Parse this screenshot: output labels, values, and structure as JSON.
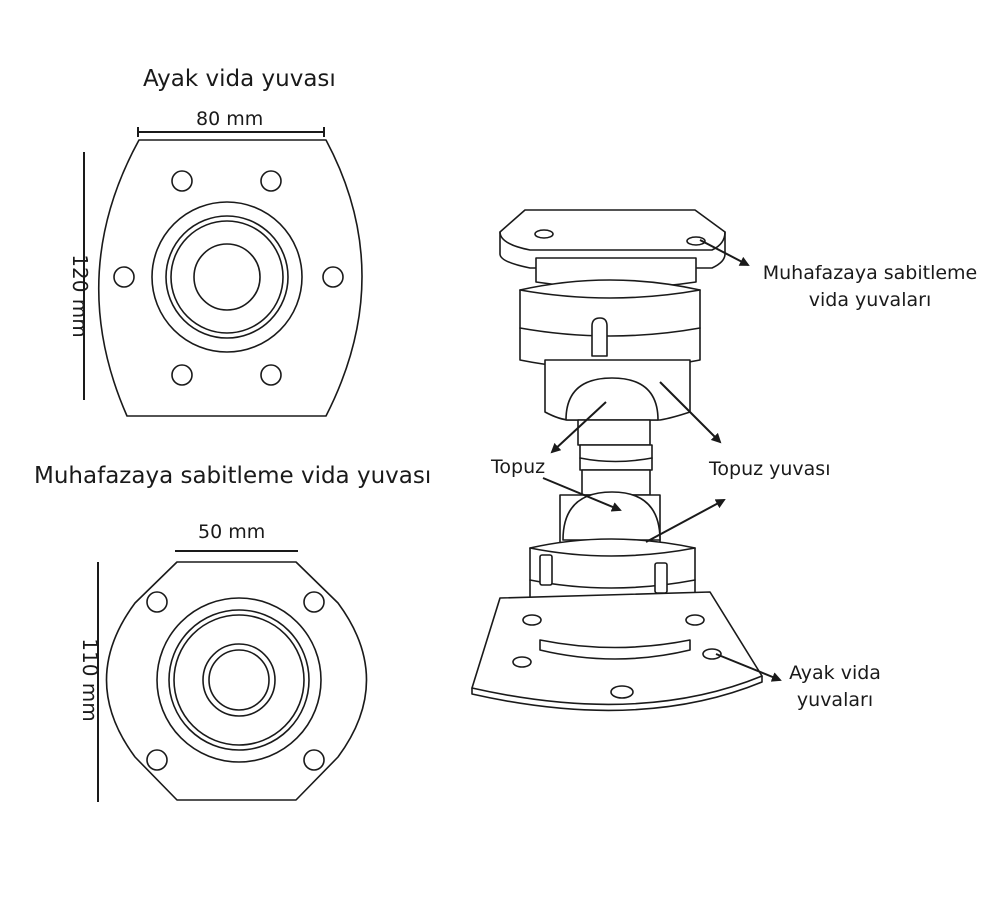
{
  "top_view": {
    "title": "Ayak vida yuvası",
    "width_label": "80 mm",
    "height_label": "120 mm"
  },
  "bottom_view": {
    "title": "Muhafazaya sabitleme vida yuvası",
    "width_label": "50 mm",
    "height_label": "110 mm"
  },
  "callouts": {
    "mount_holes_line1": "Muhafazaya sabitleme",
    "mount_holes_line2": "vida yuvaları",
    "ball": "Topuz",
    "ball_socket": "Topuz yuvası",
    "foot_holes_line1": "Ayak vida",
    "foot_holes_line2": "yuvaları"
  },
  "colors": {
    "line": "#1a1a1a",
    "background": "#ffffff"
  }
}
